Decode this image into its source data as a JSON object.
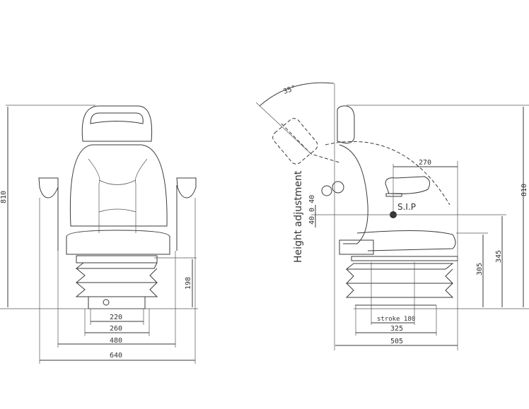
{
  "front_view": {
    "dimensions": {
      "overall_height": "810",
      "suspension_height": "198",
      "base_inner": "220",
      "base_outer": "260",
      "seat_width": "480",
      "overall_width": "640"
    }
  },
  "side_view": {
    "dimensions": {
      "backrest_angle": "35°",
      "armrest_offset": "270",
      "overall_height": "810",
      "sip_height": "345",
      "seat_height": "305",
      "stroke": "stroke 180",
      "base_length": "325",
      "overall_depth": "505",
      "height_adjust_range": "40 0 40"
    },
    "labels": {
      "sip": "S.I.P",
      "height_adjustment": "Height adjustment"
    }
  }
}
